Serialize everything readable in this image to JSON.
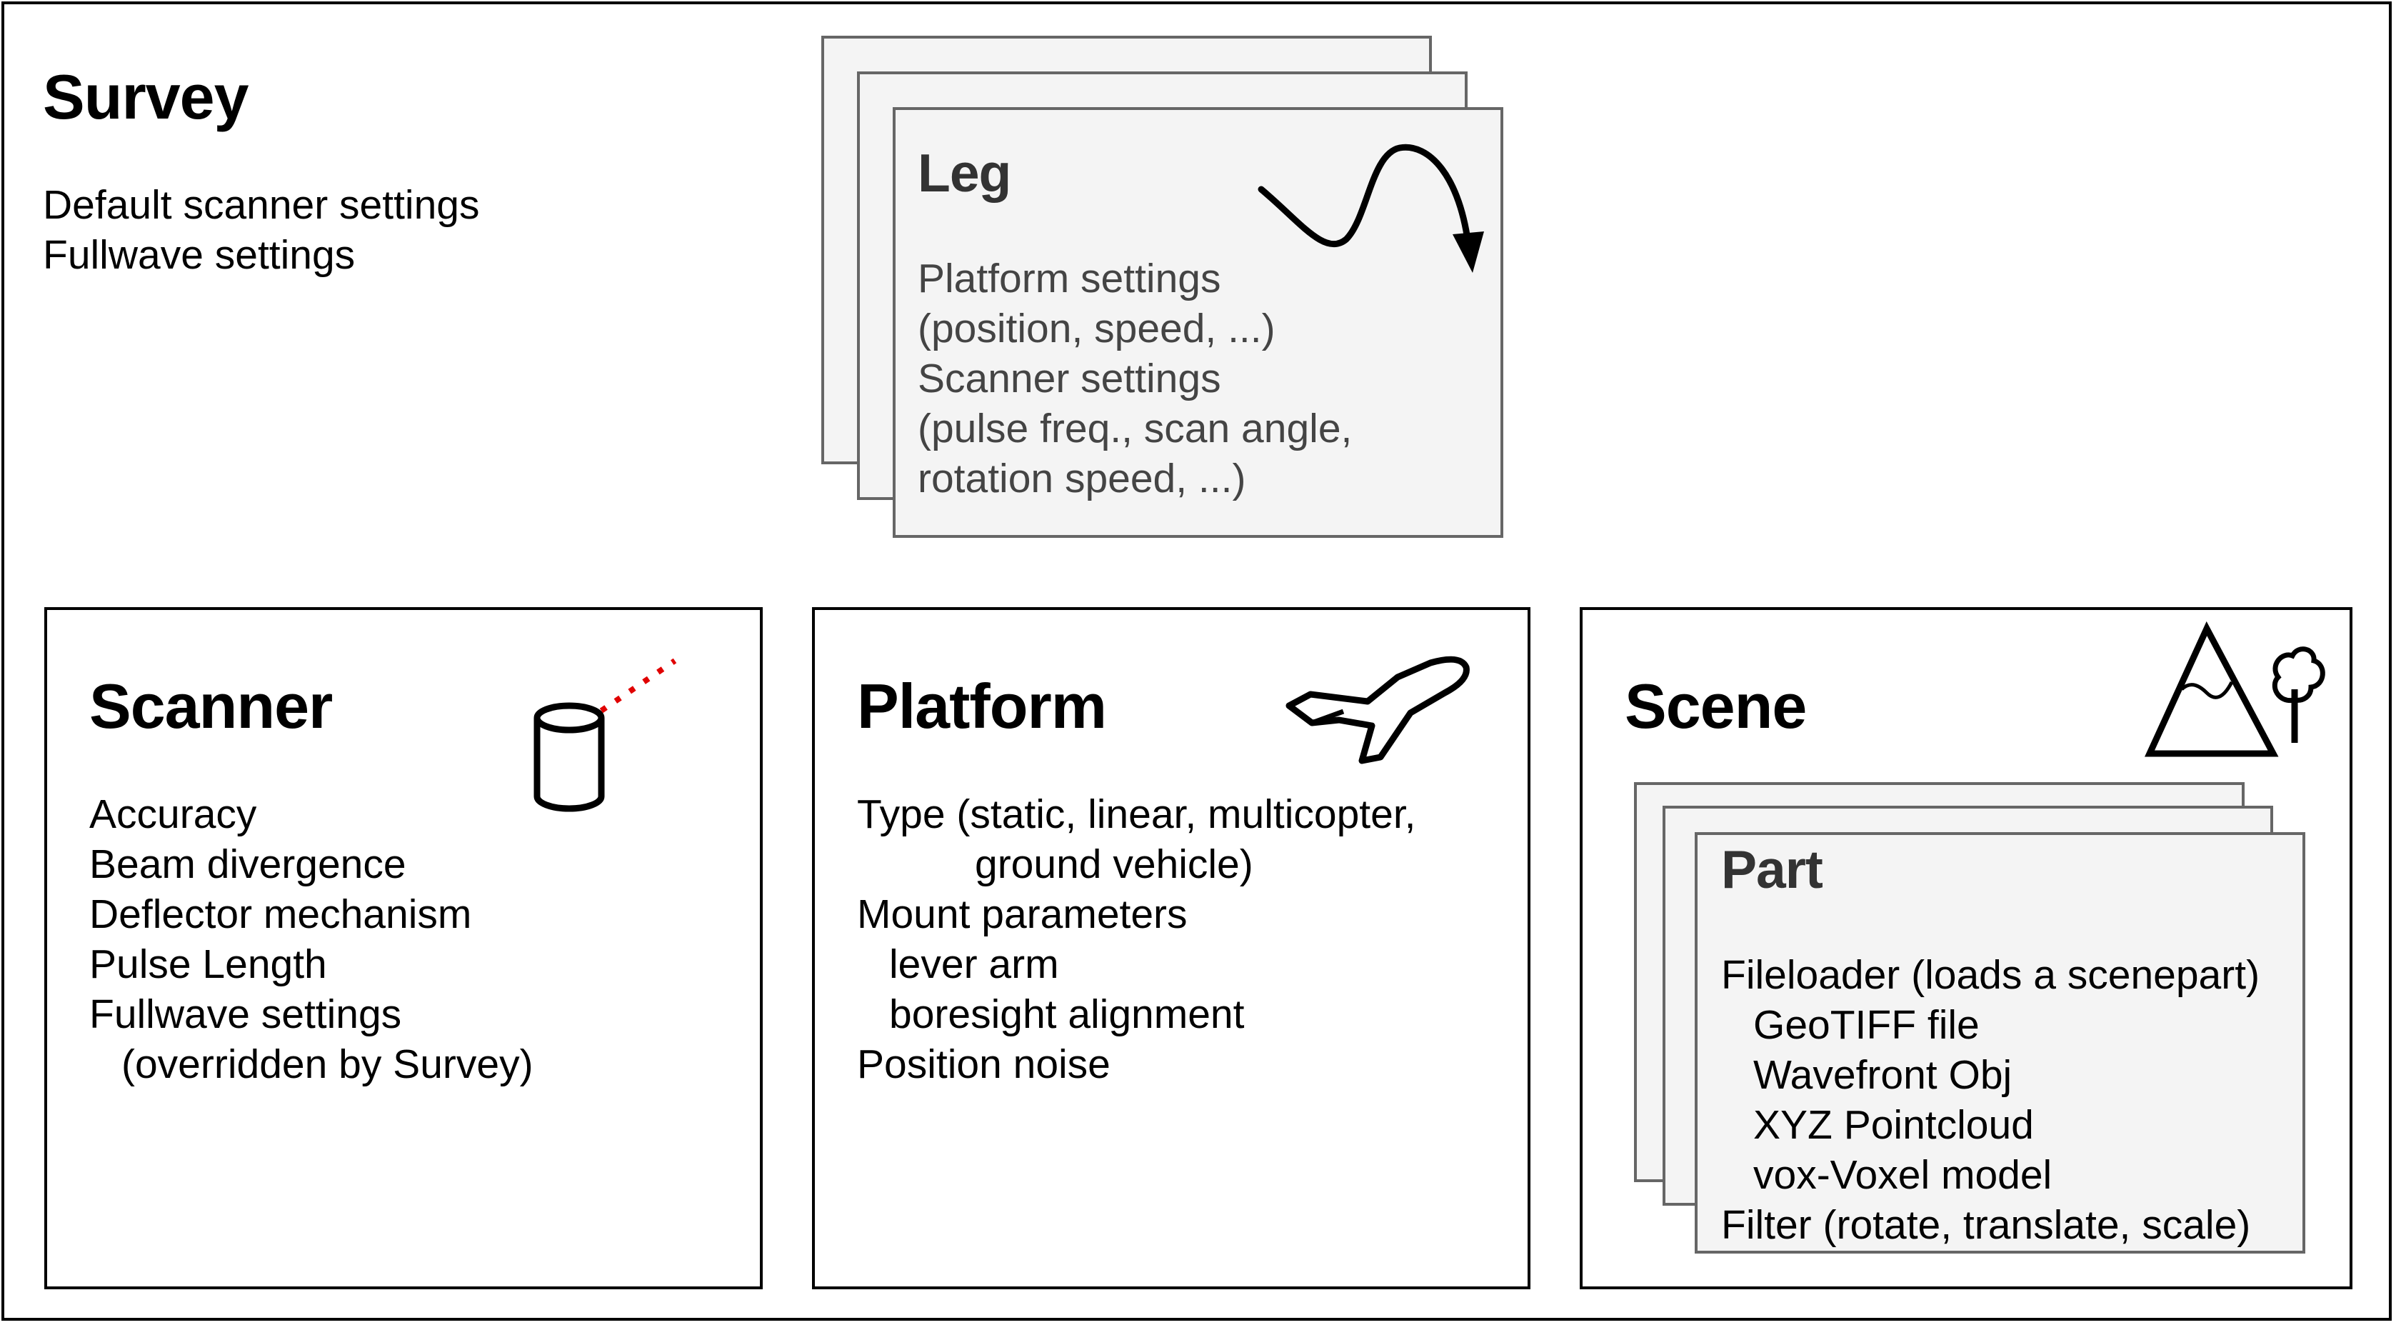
{
  "survey": {
    "title": "Survey",
    "lines": [
      "Default scanner settings",
      "Fullwave settings"
    ]
  },
  "leg": {
    "title": "Leg",
    "lines": [
      "Platform settings",
      "(position, speed, ...)",
      "Scanner settings",
      "(pulse freq., scan angle,",
      "rotation speed, ...)"
    ],
    "icon": "curved-arrow-icon"
  },
  "scanner": {
    "title": "Scanner",
    "lines": [
      "Accuracy",
      "Beam divergence",
      "Deflector mechanism",
      "Pulse Length",
      "Fullwave settings",
      "(overridden by Survey)"
    ],
    "icon": "cylinder-laser-icon",
    "laser_color": "#e00000"
  },
  "platform": {
    "title": "Platform",
    "lines": [
      "Type (static, linear, multicopter,",
      "ground vehicle)",
      "Mount parameters",
      "lever arm",
      "boresight alignment",
      "Position noise"
    ],
    "icon": "airplane-icon"
  },
  "scene": {
    "title": "Scene",
    "icon": "mountain-tree-icon",
    "part": {
      "title": "Part",
      "lines": [
        "Fileloader (loads a scenepart)",
        "GeoTIFF file",
        "Wavefront Obj",
        "XYZ Pointcloud",
        "vox-Voxel model",
        "Filter (rotate, translate, scale)"
      ]
    }
  }
}
